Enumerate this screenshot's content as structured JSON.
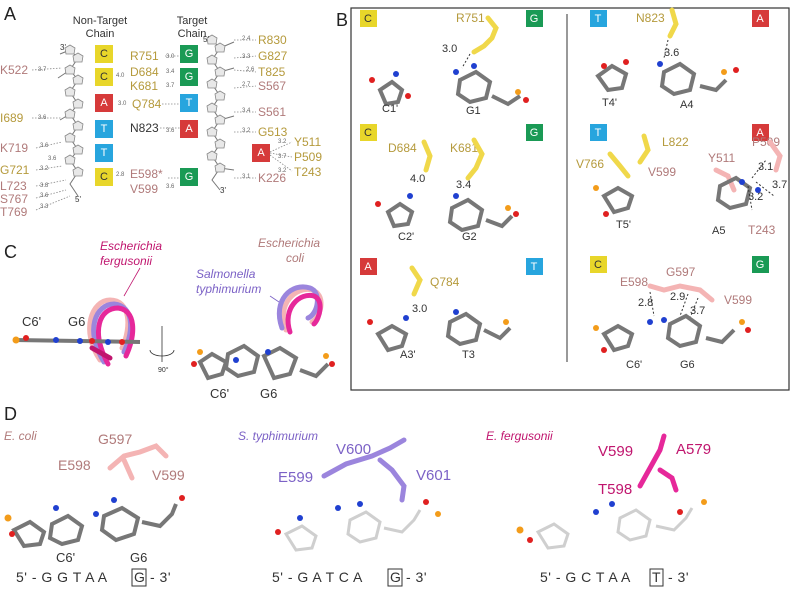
{
  "panels": {
    "a": "A",
    "b": "B",
    "c": "C",
    "d": "D"
  },
  "panel_a": {
    "non_target_header_1": "Non-Target",
    "non_target_header_2": "Chain",
    "target_header_1": "Target",
    "target_header_2": "Chain",
    "end_3_top": "3'",
    "end_5_top": "5'",
    "end_5_bottom": "5'",
    "end_3_bottom": "3'",
    "nt_left": [
      "C",
      "C",
      "A",
      "T",
      "T",
      "C"
    ],
    "nt_right": [
      "G",
      "G",
      "T",
      "A",
      "A",
      "G"
    ],
    "res_left": [
      "K522",
      "I689",
      "K719",
      "G721",
      "L723",
      "S767",
      "T769"
    ],
    "res_mid": [
      "R751",
      "D684",
      "K681",
      "Q784",
      "N823",
      "E598*",
      "V599"
    ],
    "res_right": [
      "R830",
      "G827",
      "T825",
      "S567",
      "S561",
      "G513",
      "K226"
    ],
    "res_far": [
      "Y511",
      "P509",
      "T243"
    ],
    "dist": [
      "3.7",
      "3.6",
      "3.6",
      "3.6",
      "3.2",
      "3.8",
      "3.6",
      "3.3",
      "3.0",
      "3.0",
      "3.4",
      "3.6",
      "4.0",
      "3.7",
      "2.8",
      "3.6",
      "2.4",
      "3.3",
      "2.6",
      "2.7",
      "3.4",
      "3.2",
      "3.2",
      "3.7",
      "3.2",
      "3.1"
    ]
  },
  "panel_b": {
    "left_col": [
      {
        "nt1": "C",
        "nt2": "G",
        "res": "R751",
        "dist": "3.0",
        "lab1": "C1'",
        "lab2": "G1"
      },
      {
        "nt1": "C",
        "nt2": "G",
        "res1": "D684",
        "res2": "K681",
        "dist1": "4.0",
        "dist2": "3.4",
        "lab1": "C2'",
        "lab2": "G2"
      },
      {
        "nt1": "A",
        "nt2": "T",
        "res": "Q784",
        "dist": "3.0",
        "lab1": "A3'",
        "lab2": "T3"
      }
    ],
    "right_col": [
      {
        "nt1": "T",
        "nt2": "A",
        "res": "N823",
        "dist": "3.6",
        "lab1": "T4'",
        "lab2": "A4"
      },
      {
        "nt1": "T",
        "nt2": "A",
        "res": [
          "L822",
          "V766",
          "V599",
          "Y511",
          "P509",
          "T243"
        ],
        "dists": [
          "3.1",
          "3.7",
          "3.2"
        ],
        "lab1": "T5'",
        "lab2": "A5"
      },
      {
        "nt1": "C",
        "nt2": "G",
        "res": [
          "E598",
          "G597",
          "V599"
        ],
        "dists": [
          "2.8",
          "2.9",
          "3.7"
        ],
        "lab1": "C6'",
        "lab2": "G6"
      }
    ]
  },
  "panel_c": {
    "label_c6": "C6'",
    "label_g6": "G6",
    "species_ferg_1": "Escherichia",
    "species_ferg_2": "fergusonii",
    "species_sal_1": "Salmonella",
    "species_sal_2": "typhimurium",
    "species_ecoli_1": "Escherichia",
    "species_ecoli_2": "coli",
    "rotation": "90°",
    "label_c6b": "C6'",
    "label_g6b": "G6"
  },
  "panel_d": {
    "ecoli": {
      "species": "E. coli",
      "res": [
        "G597",
        "E598",
        "V599"
      ],
      "lab1": "C6'",
      "lab2": "G6",
      "seq_pre": "5' - G G T A A",
      "seq_box": "G",
      "seq_post": "- 3'"
    },
    "styph": {
      "species": "S. typhimurium",
      "res": [
        "V600",
        "E599",
        "V601"
      ],
      "seq_pre": "5' - G A T C A",
      "seq_box": "G",
      "seq_post": "- 3'"
    },
    "eferg": {
      "species": "E. fergusonii",
      "res": [
        "V599",
        "A579",
        "T598"
      ],
      "seq_pre": "5' - G C T A A",
      "seq_box": "T",
      "seq_post": "- 3'"
    }
  },
  "colors": {
    "C": "#e8d62a",
    "G": "#1a9a55",
    "A": "#d63a3a",
    "T": "#27a5de",
    "gold": "#b59a3c",
    "pink": "#b07a7a",
    "magenta": "#c0156e",
    "purple": "#7c62c6",
    "pale_pink": "#f2b2b2",
    "atom_gray": "#666666",
    "oxygen": "#e02020",
    "nitrogen": "#2040d0",
    "phosphorus": "#f39c1a"
  }
}
